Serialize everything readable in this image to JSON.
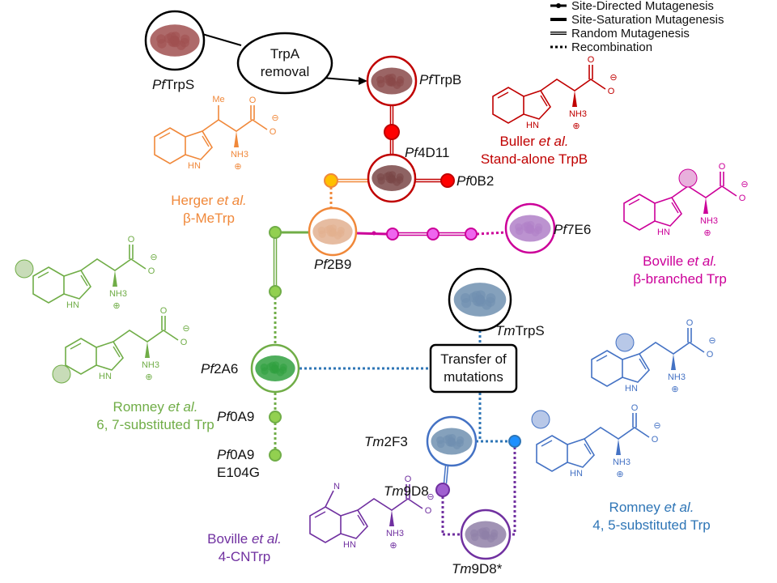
{
  "legend": [
    {
      "label": "Site-Directed Mutagenesis",
      "style": "line-with-dot"
    },
    {
      "label": "Site-Saturation Mutagenesis",
      "style": "thick-solid"
    },
    {
      "label": "Random Mutagenesis",
      "style": "double-line"
    },
    {
      "label": "Recombination",
      "style": "dotted"
    }
  ],
  "nodes": {
    "pftrps": {
      "prefix": "Pf",
      "suffix": "TrpS"
    },
    "trpa_removal": {
      "line1": "TrpA",
      "line2": "removal"
    },
    "pftrpb": {
      "prefix": "Pf",
      "suffix": "TrpB"
    },
    "pf4d11": {
      "prefix": "Pf",
      "suffix": "4D11"
    },
    "pf0b2": {
      "prefix": "Pf",
      "suffix": "0B2"
    },
    "pf2b9": {
      "prefix": "Pf",
      "suffix": "2B9"
    },
    "pf7e6": {
      "prefix": "Pf",
      "suffix": "7E6"
    },
    "pf2a6": {
      "prefix": "Pf",
      "suffix": "2A6"
    },
    "pf0a9": {
      "prefix": "Pf",
      "suffix": "0A9"
    },
    "pf0a9_e104g": {
      "prefix": "Pf",
      "suffix": "0A9",
      "line2": "E104G"
    },
    "tmtrps": {
      "prefix": "Tm",
      "suffix": "TrpS"
    },
    "transfer": {
      "line1": "Transfer of",
      "line2": "mutations"
    },
    "tm2f3": {
      "prefix": "Tm",
      "suffix": "2F3"
    },
    "tm9d8": {
      "prefix": "Tm",
      "suffix": "9D8"
    },
    "tm9d8star": {
      "prefix": "Tm",
      "suffix": "9D8*"
    }
  },
  "captions": {
    "buller": {
      "author": "Buller ",
      "etal": "et al.",
      "line2": "Stand-alone TrpB"
    },
    "herger": {
      "author": "Herger ",
      "etal": "et al.",
      "line2": "β-MeTrp"
    },
    "boville_b": {
      "author": "Boville ",
      "etal": "et al.",
      "line2": "β-branched Trp"
    },
    "romney67": {
      "author": "Romney ",
      "etal": "et al.",
      "line2": "6, 7-substituted Trp"
    },
    "romney45": {
      "author": "Romney ",
      "etal": "et al.",
      "line2": "4, 5-substituted Trp"
    },
    "boville_cn": {
      "author": "Boville ",
      "etal": "et al.",
      "line2": "4-CNTrp"
    }
  },
  "atoms": {
    "hn": "HN",
    "nh3": "NH3",
    "o": "O",
    "minus": "⊖",
    "plus": "⊕",
    "me": "Me",
    "n": "N"
  },
  "colors": {
    "red": "#c00000",
    "red_dot": "#ff0000",
    "orange": "#f0883a",
    "magenta": "#cc0099",
    "green": "#70ad47",
    "blue": "#4472c4",
    "blue_dot": "#1e90ff",
    "purple": "#7030a0"
  }
}
